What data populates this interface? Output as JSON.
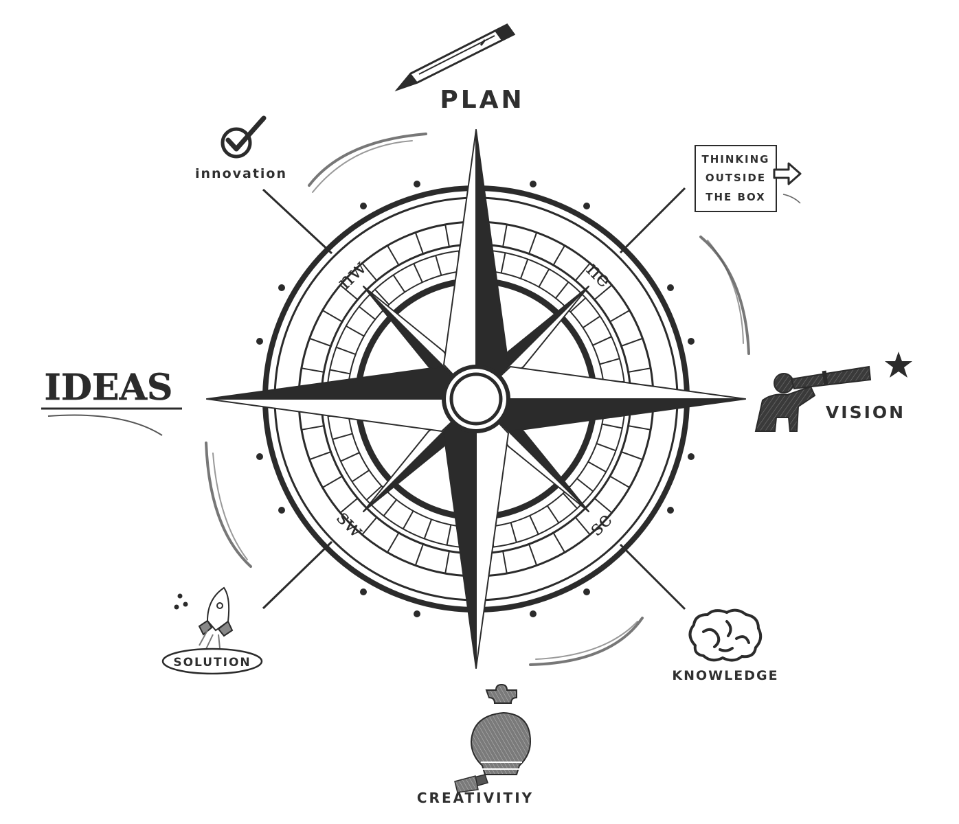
{
  "title": "IDEAS",
  "compass": {
    "cardinal_top": "PLAN",
    "ordinals": {
      "nw": "nw",
      "ne": "ne",
      "sw": "sw",
      "se": "se"
    }
  },
  "items": {
    "innovation": "innovation",
    "plan": "PLAN",
    "thinking_box": {
      "line1": "THINKING",
      "line2": "OUTSIDE",
      "line3": "THE BOX"
    },
    "vision": "VISION",
    "knowledge": "KNOWLEDGE",
    "creativity": "CREATIVITIY",
    "solution": "SOLUTION"
  },
  "icons": {
    "pen": "pen-icon",
    "check": "check-circle-icon",
    "arrow": "arrow-right-icon",
    "person_telescope": "person-telescope-icon",
    "star": "star-icon",
    "brain": "brain-icon",
    "lightbulb_puzzle": "lightbulb-puzzle-icon",
    "rocket": "rocket-icon"
  },
  "colors": {
    "ink": "#2b2b2b",
    "paper": "#ffffff"
  }
}
